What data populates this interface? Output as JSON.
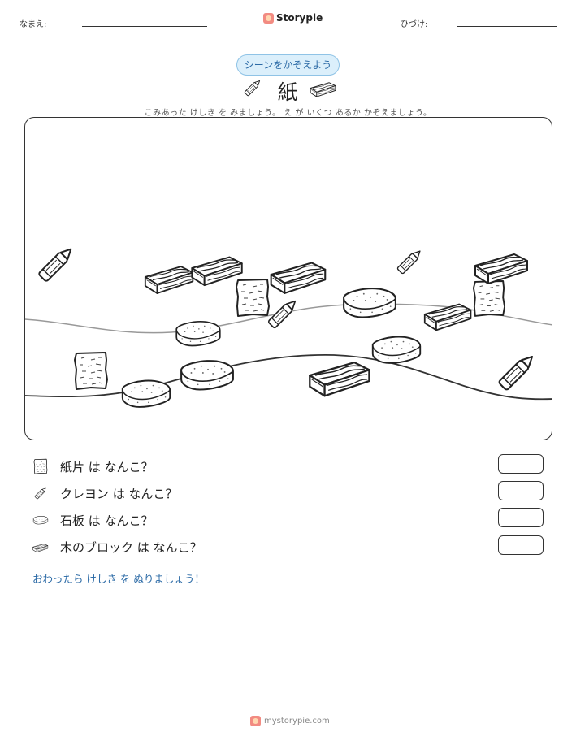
{
  "header": {
    "name_label": "なまえ:",
    "date_label": "ひづけ:",
    "brand": "Storypie"
  },
  "title_block": {
    "pill": "シーンをかぞえよう",
    "title": "紙",
    "instruction": "こみあった けしき を みましょう。 え が いくつ あるか かぞえましょう。"
  },
  "questions": [
    {
      "icon": "paper-icon",
      "text": "紙片 は なんこ？",
      "answer": ""
    },
    {
      "icon": "crayon-icon",
      "text": "クレヨン は なんこ？",
      "answer": ""
    },
    {
      "icon": "slate-icon",
      "text": "石板 は なんこ？",
      "answer": ""
    },
    {
      "icon": "wood-block-icon",
      "text": "木のブロック は なんこ？",
      "answer": ""
    }
  ],
  "closing": "おわったら けしき を ぬりましょう！",
  "footer": "mystorypie.com"
}
